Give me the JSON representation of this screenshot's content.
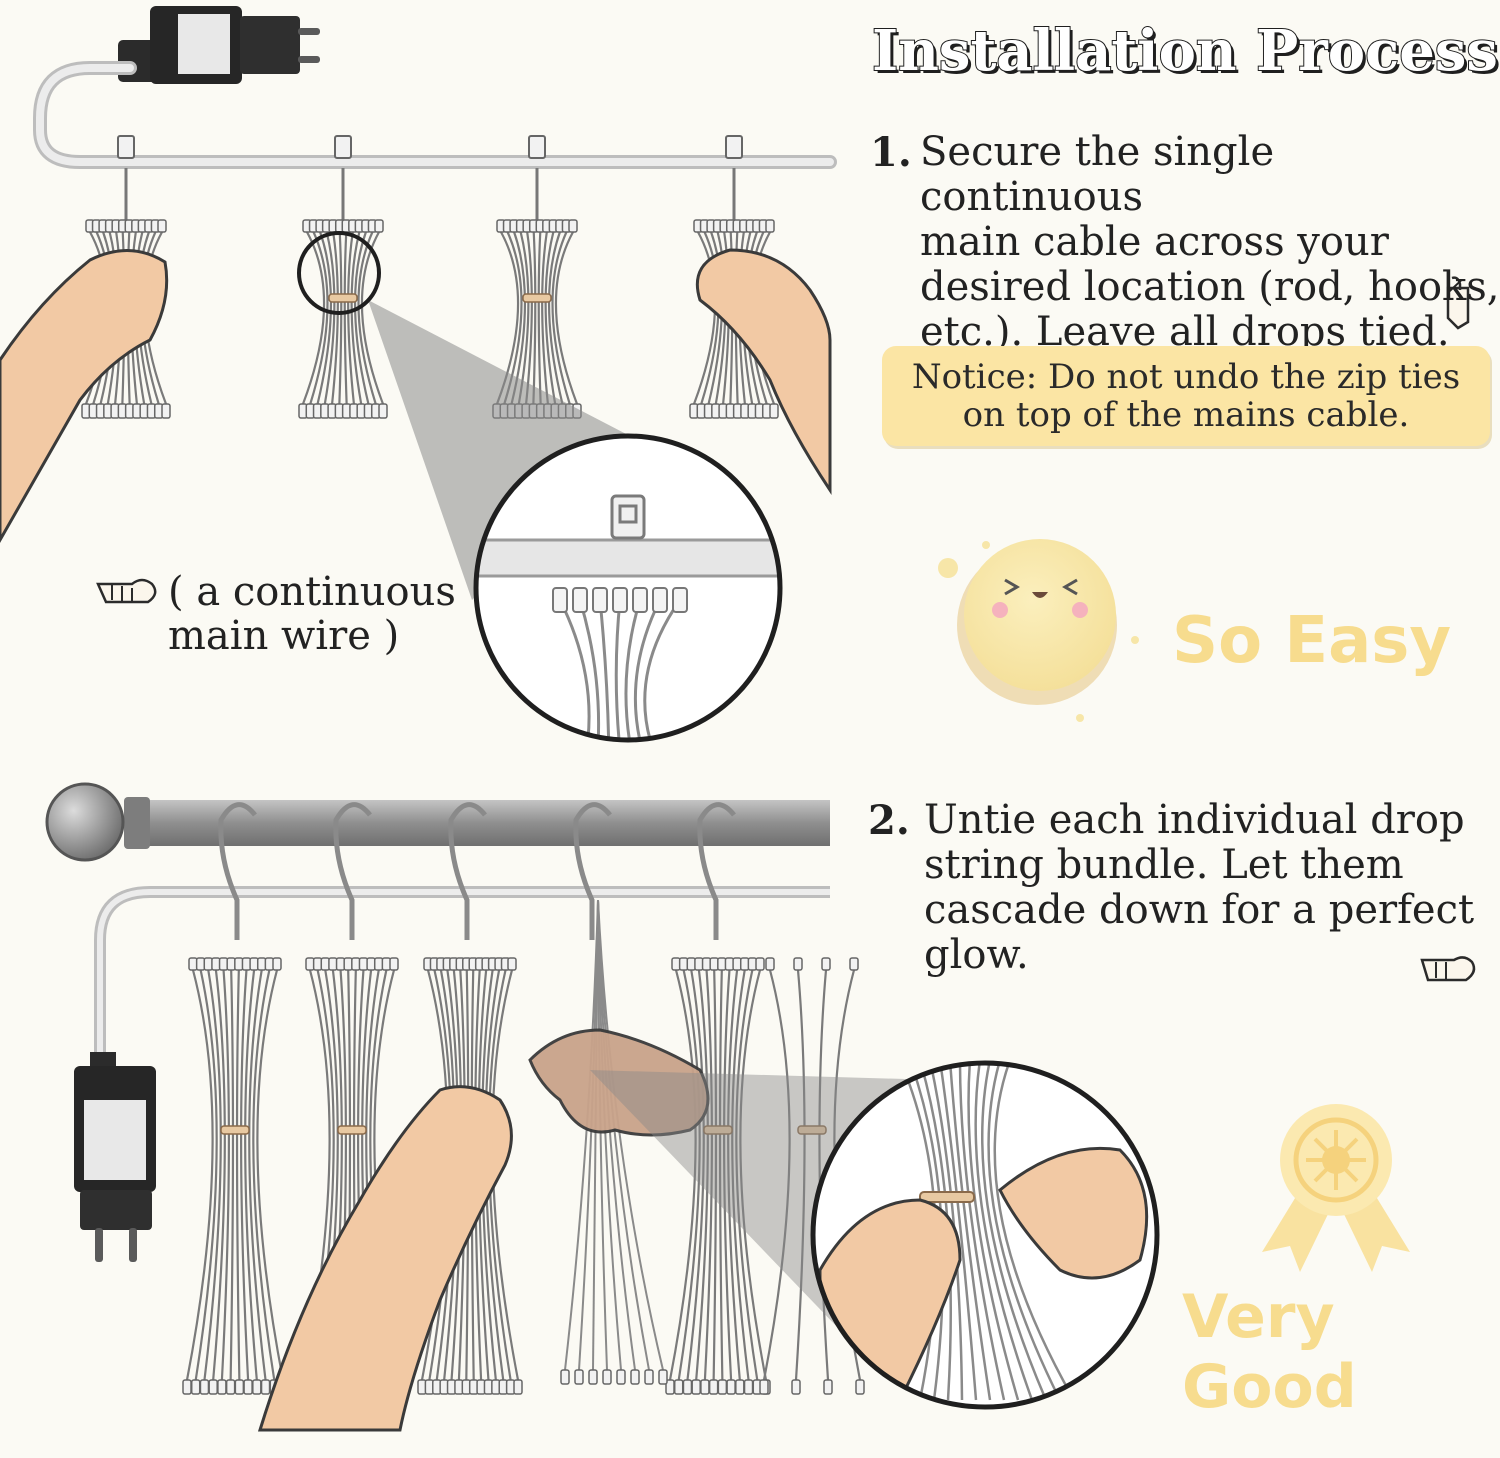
{
  "header": {
    "title": "Installation Process"
  },
  "step1": {
    "number": "1.",
    "lines": [
      "Secure the single continuous",
      "main cable across your",
      "desired location (rod, hooks,",
      "etc.). Leave all drops tied."
    ]
  },
  "notice": {
    "line1": "Notice: Do not undo the zip ties",
    "line2": "on top of the mains cable."
  },
  "wire_label": {
    "line1": "( a continuous",
    "line2": "main wire )"
  },
  "badge_easy": {
    "text": "So Easy"
  },
  "step2": {
    "number": "2.",
    "lines": [
      "Untie each individual drop",
      "string bundle. Let them",
      "cascade down for a perfect",
      "glow."
    ]
  },
  "badge_good": {
    "text": "Very Good"
  },
  "colors": {
    "background": "#fbfaf4",
    "notice": "#fbe5a4",
    "accent_yellow": "#f7dc8e",
    "wire": "#c9c9c9",
    "rod": "#9a9a9a",
    "skin": "#f2c9a4"
  },
  "icons": [
    "pointing-hand-icon",
    "smiley-face-icon",
    "award-ribbon-icon",
    "power-adapter-icon"
  ]
}
